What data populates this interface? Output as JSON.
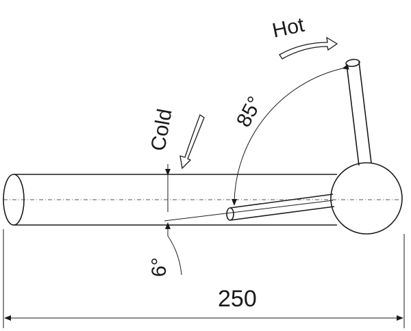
{
  "labels": {
    "hot": "Hot",
    "cold": "Cold",
    "angle_handle": "85°",
    "angle_spout": "6°",
    "length": "250"
  }
}
